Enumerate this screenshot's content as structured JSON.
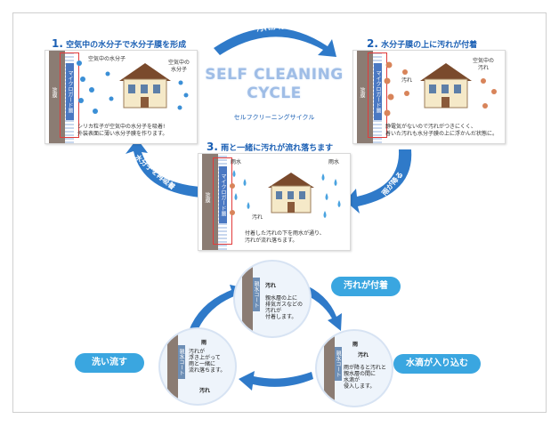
{
  "top_cycle": {
    "center_title_line1": "SELF CLEANING",
    "center_title_line2": "CYCLE",
    "center_subtitle": "セルフクリーニングサイクル",
    "arrow_top_label": "汚れが付着",
    "arrow_right_label": "雨が降る",
    "arrow_left_label": "水分子を再吸着",
    "step1": {
      "num": "1.",
      "title": "空気中の水分子で水分子膜を形成",
      "label_water": "空気中の水分子",
      "label_house": "空気中の\n水分子",
      "wall_label": "塗膜",
      "film_label": "マイクロガード層",
      "caption": "シリカ粒子が空気中の水分子を吸着!\n外装表面に薄い水分子膜を作ります。"
    },
    "step2": {
      "num": "2.",
      "title": "水分子膜の上に汚れが付着",
      "label_dirt": "汚れ",
      "label_house": "空気中の\n汚れ",
      "wall_label": "塗膜",
      "film_label": "マイクロガード層",
      "caption": "静電気がないので汚れがつきにくく、\n着いた汚れも水分子膜の上に浮かんだ状態に。"
    },
    "step3": {
      "num": "3.",
      "title": "雨と一緒に汚れが流れ落ちます",
      "label_rain_left": "雨水",
      "label_rain_right": "雨水",
      "label_dirt": "汚れ",
      "wall_label": "塗膜",
      "film_label": "マイクロガード層",
      "caption": "付着した汚れの下を雨水が通り、\n汚れが流れ落ちます。"
    }
  },
  "bottom_cycle": {
    "pill_top": "汚れが付着",
    "pill_right": "水滴が入り込む",
    "pill_left": "洗い流す",
    "circle_top": {
      "wall_label": "親水コート",
      "dirt": "汚れ",
      "text": "親水層の上に\n排気ガスなどの\n汚れが\n付着します。"
    },
    "circle_right": {
      "wall_label": "親水コート",
      "rain": "雨",
      "dirt": "汚れ",
      "text": "雨が降ると汚れと\n親水層の間に\n水滴が\n侵入します。"
    },
    "circle_left": {
      "wall_label": "親水コート",
      "rain": "雨",
      "dirt": "汚れ",
      "text": "汚れが\n浮き上がって\n雨と一緒に\n流れ落ちます。"
    }
  },
  "colors": {
    "accent_blue": "#1a5fb4",
    "arrow_blue": "#2f7ac9",
    "pill_blue": "#3aa6e0",
    "dirt_orange": "#d8845a",
    "red_frame": "#e23b3b"
  }
}
